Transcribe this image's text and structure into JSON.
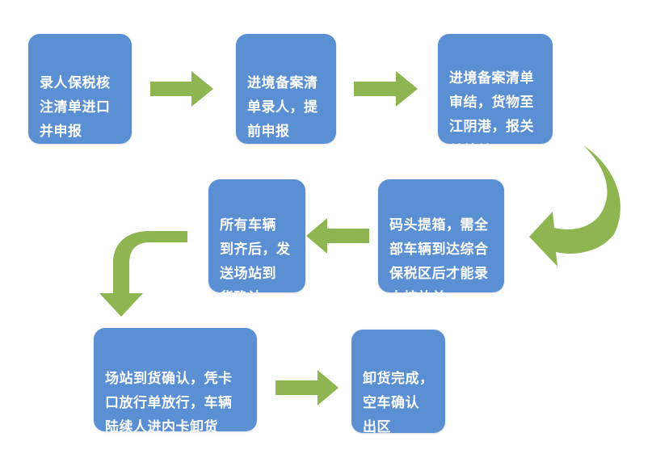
{
  "colors": {
    "box": "#5b8fd3",
    "box_text": "#ffffff",
    "arrow": "#8db550",
    "background": "#ffffff"
  },
  "steps": [
    {
      "text": "录人保税核\n注清单进口\n并申报"
    },
    {
      "text": "进境备案清\n单录人，提\n前申报"
    },
    {
      "text": "进境备案清单\n审结，货物至\n江阴港，报关\n单结关"
    },
    {
      "text": "码头提箱，需全\n部车辆到达综合\n保税区后才能录\n人核放单"
    },
    {
      "text": "所有车辆\n到齐后，发\n送场站到\n货确认"
    },
    {
      "text": "场站到货确认，凭卡\n口放行单放行，车辆\n陆续人进内卡卸货"
    },
    {
      "text": "卸货完成，\n空车确认\n出区"
    }
  ]
}
